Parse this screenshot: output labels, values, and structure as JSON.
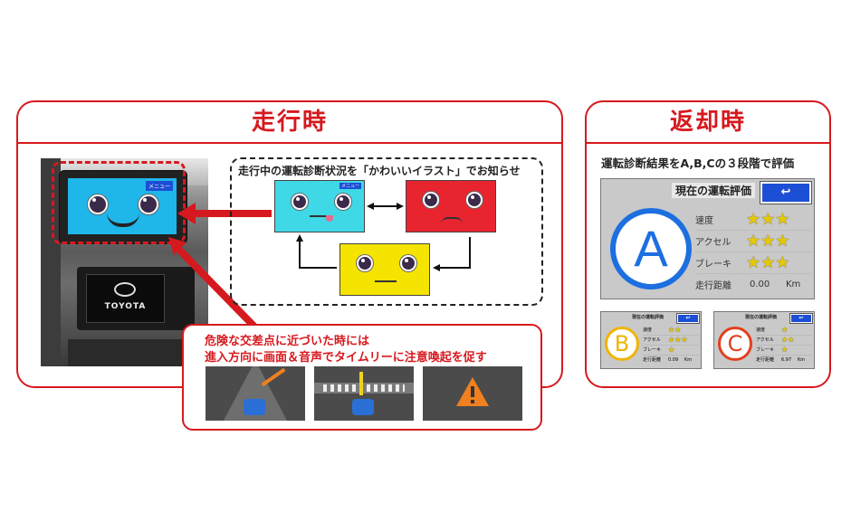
{
  "driving": {
    "title": "走行時",
    "feature_caption": "走行中の運転診断状況を「かわいいイラスト」でお知らせ",
    "device_label": "TOYOTA",
    "device_button": "メニュー",
    "alert": {
      "line1": "危険な交差点に近づいた時には",
      "line2": "進入方向に画面＆音声でタイムリーに注意喚起を促す"
    }
  },
  "return": {
    "title": "返却時",
    "caption": "運転診断結果をA,B,Cの３段階で評価",
    "main_screen": {
      "header": "現在の運転評価",
      "grade": "A",
      "rows": [
        {
          "label": "速度",
          "stars": "★★★"
        },
        {
          "label": "アクセル",
          "stars": "★★★"
        },
        {
          "label": "ブレーキ",
          "stars": "★★★"
        }
      ],
      "distance_label": "走行距離",
      "distance_value": "0.00",
      "distance_unit": "Km"
    },
    "small_screen_b": {
      "header": "現在の運転評価",
      "grade": "B",
      "rows": [
        {
          "label": "速度",
          "stars": "★★"
        },
        {
          "label": "アクセル",
          "stars": "★★★"
        },
        {
          "label": "ブレーキ",
          "stars": "★"
        }
      ],
      "distance_label": "走行距離",
      "distance_value": "0.09",
      "distance_unit": "Km"
    },
    "small_screen_c": {
      "header": "現在の運転評価",
      "grade": "C",
      "rows": [
        {
          "label": "速度",
          "stars": "★"
        },
        {
          "label": "アクセル",
          "stars": "★★"
        },
        {
          "label": "ブレーキ",
          "stars": "★"
        }
      ],
      "distance_label": "走行距離",
      "distance_value": "6.97",
      "distance_unit": "Km"
    }
  },
  "colors": {
    "accent_red": "#d6191e",
    "face_cyan": "#3fd8e6",
    "face_red": "#e8252f",
    "face_yellow": "#f4e400",
    "grade_a": "#1d6fe0",
    "grade_b": "#f0b400",
    "grade_c": "#e2401c",
    "back_button": "#1d4fd6"
  }
}
